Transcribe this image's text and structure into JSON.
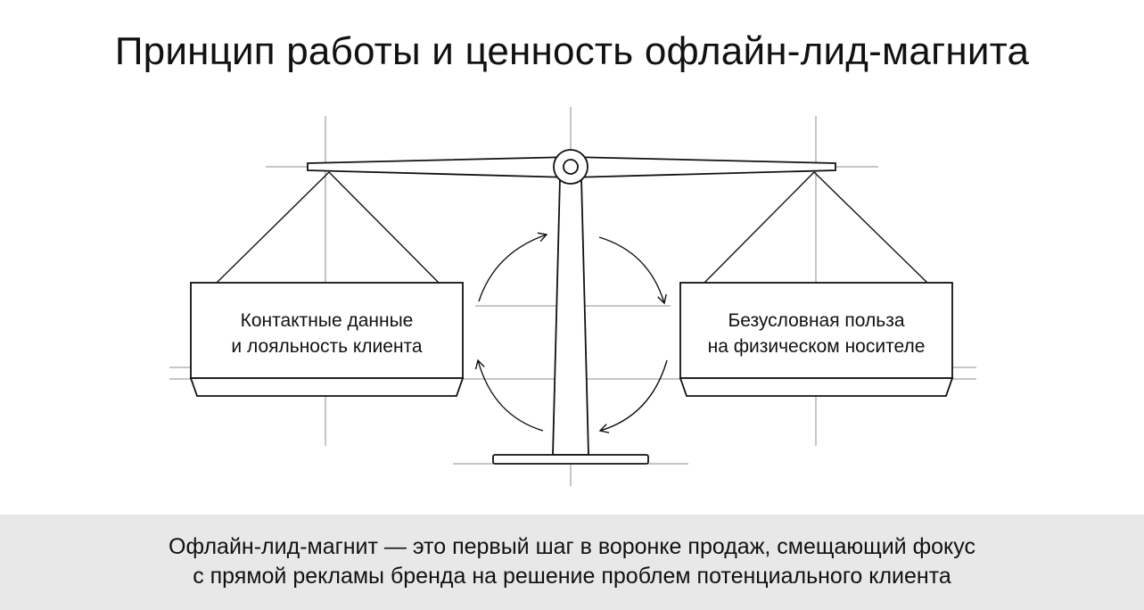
{
  "title": "Принцип работы и ценность офлайн-лид-магнита",
  "left_pan": {
    "line1": "Контактные данные",
    "line2": "и лояльность клиента"
  },
  "right_pan": {
    "line1": "Безусловная польза",
    "line2": "на физическом носителе"
  },
  "footer": {
    "line1": "Офлайн-лид-магнит — это первый шаг в воронке продаж, смещающий фокус",
    "line2": "с прямой рекламы бренда на решение проблем потенциального клиента"
  },
  "colors": {
    "stroke": "#111111",
    "guide": "#8c8c8c",
    "footer_bg": "#e8e8e8"
  }
}
